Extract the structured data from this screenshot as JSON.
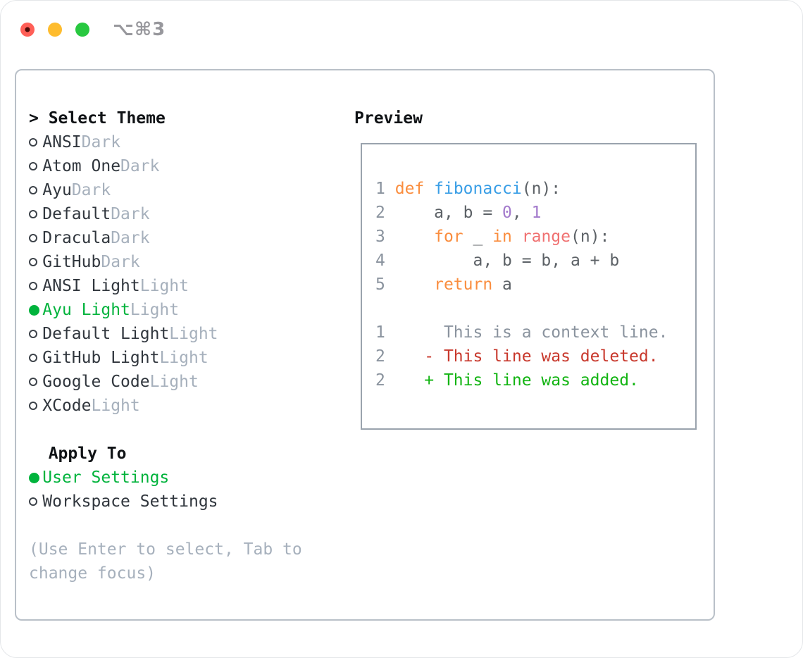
{
  "window": {
    "title": "⌥⌘3"
  },
  "traffic_lights": [
    {
      "name": "close-button",
      "color": "#ff5f57",
      "dot": "#4e0b08"
    },
    {
      "name": "minimize-button",
      "color": "#febc2e",
      "dot": null
    },
    {
      "name": "zoom-button",
      "color": "#28c840",
      "dot": null
    }
  ],
  "theme_list": {
    "prompt": ">",
    "header": "Select Theme",
    "items": [
      {
        "name": "ANSI",
        "variant": "Dark",
        "selected": false
      },
      {
        "name": "Atom One",
        "variant": "Dark",
        "selected": false
      },
      {
        "name": "Ayu",
        "variant": "Dark",
        "selected": false
      },
      {
        "name": "Default",
        "variant": "Dark",
        "selected": false
      },
      {
        "name": "Dracula",
        "variant": "Dark",
        "selected": false
      },
      {
        "name": "GitHub",
        "variant": "Dark",
        "selected": false
      },
      {
        "name": "ANSI Light",
        "variant": "Light",
        "selected": false
      },
      {
        "name": "Ayu Light",
        "variant": "Light",
        "selected": true
      },
      {
        "name": "Default Light",
        "variant": "Light",
        "selected": false
      },
      {
        "name": "GitHub Light",
        "variant": "Light",
        "selected": false
      },
      {
        "name": "Google Code",
        "variant": "Light",
        "selected": false
      },
      {
        "name": "XCode",
        "variant": "Light",
        "selected": false
      }
    ]
  },
  "apply_to": {
    "header": "Apply To",
    "options": [
      {
        "label": "User Settings",
        "selected": true
      },
      {
        "label": "Workspace Settings",
        "selected": false
      }
    ]
  },
  "help": {
    "line1": "(Use Enter to select, Tab to",
    "line2": "change focus)"
  },
  "preview": {
    "header": "Preview",
    "code_lines": [
      {
        "num": "1",
        "tokens": [
          {
            "t": " ",
            "c": "fg"
          },
          {
            "t": "def",
            "c": "kw"
          },
          {
            "t": " ",
            "c": "fg"
          },
          {
            "t": "fibonacci",
            "c": "fn"
          },
          {
            "t": "(n):",
            "c": "fg"
          }
        ]
      },
      {
        "num": "2",
        "tokens": [
          {
            "t": "     a, b = ",
            "c": "fg"
          },
          {
            "t": "0",
            "c": "num"
          },
          {
            "t": ", ",
            "c": "fg"
          },
          {
            "t": "1",
            "c": "num"
          }
        ]
      },
      {
        "num": "3",
        "tokens": [
          {
            "t": "     ",
            "c": "fg"
          },
          {
            "t": "for",
            "c": "kw"
          },
          {
            "t": " _ ",
            "c": "fg"
          },
          {
            "t": "in",
            "c": "kw"
          },
          {
            "t": " ",
            "c": "fg"
          },
          {
            "t": "range",
            "c": "bi"
          },
          {
            "t": "(n):",
            "c": "fg"
          }
        ]
      },
      {
        "num": "4",
        "tokens": [
          {
            "t": "         a, b = b, a + b",
            "c": "fg"
          }
        ]
      },
      {
        "num": "5",
        "tokens": [
          {
            "t": "     ",
            "c": "fg"
          },
          {
            "t": "return",
            "c": "kw"
          },
          {
            "t": " a",
            "c": "fg"
          }
        ]
      }
    ],
    "diff_lines": [
      {
        "num": "1",
        "tokens": [
          {
            "t": "      This is a context line.",
            "c": "ctx"
          }
        ]
      },
      {
        "num": "2",
        "tokens": [
          {
            "t": "    - This line was deleted.",
            "c": "del"
          }
        ]
      },
      {
        "num": "2",
        "tokens": [
          {
            "t": "    + This line was added.",
            "c": "add"
          }
        ]
      }
    ]
  },
  "colors": {
    "kw": "#fa8d3e",
    "fn": "#399ee6",
    "num": "#a37acc",
    "bi": "#f07171",
    "fg": "#5c6166",
    "gutter": "#8a939e",
    "ctx": "#8a939e",
    "del": "#c8382c",
    "add": "#12b412",
    "select-green": "#00b33c",
    "text": "#30363d",
    "heading": "#101316",
    "muted": "#a6b0bc",
    "window-border": "#b9c0c8",
    "preview-border": "#9aa3ad",
    "light-red": "#ff5f57",
    "light-red-dot": "#4e0b08",
    "light-yellow": "#febc2e",
    "light-green": "#28c840",
    "title": "#97979c"
  }
}
